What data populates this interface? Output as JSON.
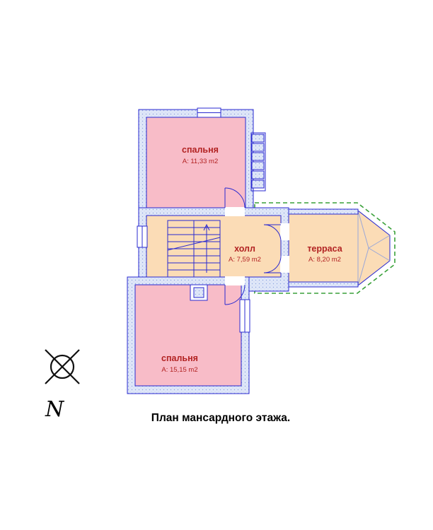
{
  "title": "План мансардного этажа.",
  "compass": {
    "direction": "N"
  },
  "rooms": {
    "bedroom_top": {
      "name": "спальня",
      "area": "A: 11,33 m2"
    },
    "hall": {
      "name": "холл",
      "area": "A: 7,59 m2"
    },
    "terrace": {
      "name": "терраса",
      "area": "A: 8,20 m2"
    },
    "bedroom_bottom": {
      "name": "спальня",
      "area": "A: 15,15 m2"
    }
  },
  "colors": {
    "wall_line": "#2a2ad0",
    "wall_fill": "#dfe7f8",
    "bedroom_fill": "#f8bcc8",
    "hall_fill": "#fbdcb6",
    "terrace_fill": "#fbdcb6",
    "terrace_dashed_outline": "#3aa13a",
    "room_label": "#b22222",
    "background": "#ffffff"
  }
}
